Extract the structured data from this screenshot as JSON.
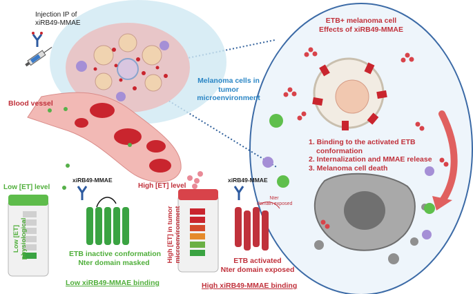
{
  "labels": {
    "injection_line1": "Injection IP of",
    "injection_line2": "xiRB49-MMAE",
    "blood_vessel": "Blood vessel",
    "melanoma_line1": "Melanoma cells in",
    "melanoma_line2": "tumor",
    "melanoma_line3": "microenvironment",
    "cell_title_line1": "ETB+ melanoma cell",
    "cell_title_line2": "Effects of xiRB49-MMAE",
    "step1_line1": "1. Binding to the activated ETB",
    "step1_line2": "conformation",
    "step2": "2. Internalization and MMAE release",
    "step3": "3. Melanoma cell death",
    "low_et_level": "Low [ET] level",
    "low_tube_line1": "Low [ET]",
    "low_tube_line2": "physiological",
    "low_antibody": "xiRB49-MMAE",
    "low_conf_line1": "ETB inactive conformation",
    "low_conf_line2": "Nter domain masked",
    "low_binding": "Low xiRB49-MMAE binding",
    "high_et_level": "High [ET] level",
    "high_tube_line1": "High [ET] in tumor",
    "high_tube_line2": "microenvironment",
    "high_antibody": "xiRB49-MMAE",
    "nter_exposed_line1": "Nter",
    "nter_exposed_line2": "domain exposed",
    "high_conf_line1": "ETB activated",
    "high_conf_line2": "Nter domain exposed",
    "high_binding": "High xiRB49-MMAE binding"
  },
  "colors": {
    "accent_red": "#c0313b",
    "accent_green": "#4fae3a",
    "accent_blue": "#2b86c5",
    "circle_stroke": "#3b6aa6",
    "circle_fill": "#eaf3fa"
  }
}
